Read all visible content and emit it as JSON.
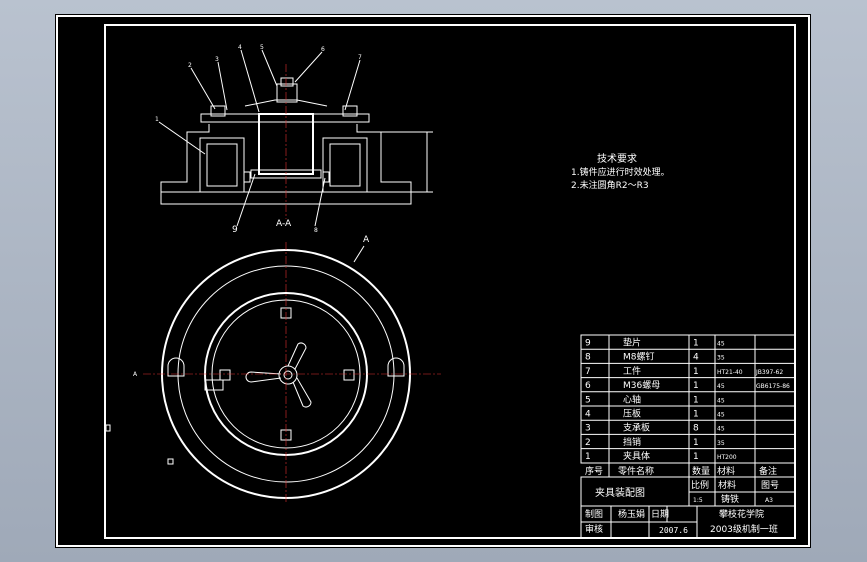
{
  "drawing": {
    "section_label": "A-A",
    "view_label": "A",
    "section_mark": "A",
    "balloons": [
      "1",
      "2",
      "3",
      "4",
      "5",
      "6",
      "7",
      "8",
      "9"
    ],
    "tech_title": "技术要求",
    "tech_notes": [
      "1.铸件应进行时效处理。",
      "2.未注圆角R2～R3"
    ]
  },
  "bom": {
    "rows": [
      {
        "no": "9",
        "name": "垫片",
        "qty": "1",
        "material": "45",
        "std": ""
      },
      {
        "no": "8",
        "name": "M8螺钉",
        "qty": "4",
        "material": "35",
        "std": ""
      },
      {
        "no": "7",
        "name": "工件",
        "qty": "1",
        "material": "HT21-40",
        "std": "JB397-62"
      },
      {
        "no": "6",
        "name": "M36螺母",
        "qty": "1",
        "material": "45",
        "std": "GB6175-86"
      },
      {
        "no": "5",
        "name": "心轴",
        "qty": "1",
        "material": "45",
        "std": ""
      },
      {
        "no": "4",
        "name": "压板",
        "qty": "1",
        "material": "45",
        "std": ""
      },
      {
        "no": "3",
        "name": "支承板",
        "qty": "8",
        "material": "45",
        "std": ""
      },
      {
        "no": "2",
        "name": "挡销",
        "qty": "1",
        "material": "35",
        "std": ""
      },
      {
        "no": "1",
        "name": "夹具体",
        "qty": "1",
        "material": "HT200",
        "std": ""
      }
    ],
    "header": {
      "no": "序号",
      "name": "零件名称",
      "qty": "数量",
      "material": "材料",
      "std": "备注"
    }
  },
  "title_block": {
    "drawing_name": "夹具装配图",
    "scale_label": "比例",
    "material_label": "材料",
    "drawing_no_label": "图号",
    "scale": "1:5",
    "material": "铸铁",
    "drawing_no": "A3",
    "drafter_label": "制图",
    "drafter": "杨玉娟",
    "date_label": "日期",
    "date": "2007.6",
    "checker_label": "审核",
    "school": "攀枝花学院",
    "class": "2003级机制一班"
  }
}
